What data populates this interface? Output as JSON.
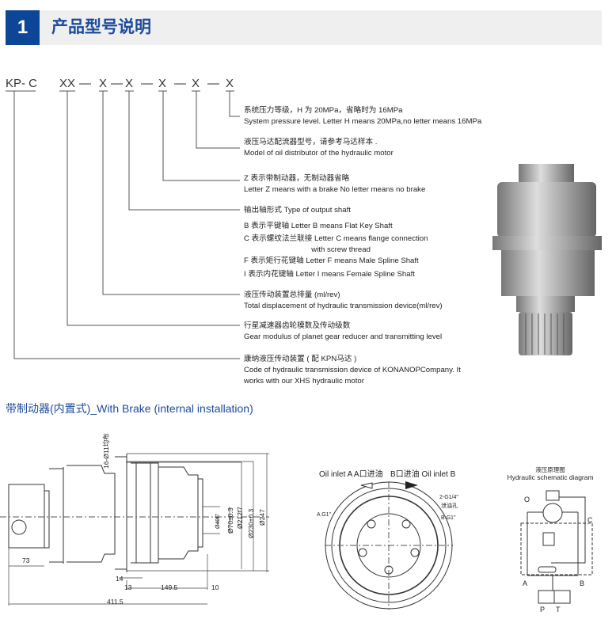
{
  "header": {
    "number": "1",
    "title": "产品型号说明"
  },
  "code": [
    "KP- C",
    "XX",
    "—",
    "X",
    "—",
    "X",
    "—",
    "X",
    "—",
    "X",
    "—",
    "X"
  ],
  "desc": [
    {
      "cn": "系统压力等级，H 为 20MPa，省略时为 16MPa",
      "en": "System pressure level. Letter H means 20MPa,no letter means 16MPa"
    },
    {
      "cn": "液压马达配流器型号，请参考马达样本 .",
      "en": "Model of oil distributor  of the hydraulic motor"
    },
    {
      "cn": "Z 表示带制动器，无制动器省略",
      "en": "Letter Z means with a brake No letter means no brake"
    },
    {
      "cn": "输出轴形式    Type of output shaft",
      "lines": [
        "B 表示平键轴    Letter B means Flat Key Shaft",
        "C 表示螺纹法兰联接    Letter C means flange connection",
        "                                with screw thread",
        "F 表示矩行花键轴    Letter F means Male Spline Shaft",
        "I 表示内花键轴    Letter I means Female Spline Shaft"
      ]
    },
    {
      "cn": "液压传动装置总排量 (ml/rev)",
      "en": "Total displacement of hydraulic transmission device(ml/rev)"
    },
    {
      "cn": "行星减速器齿轮模数及传动级数",
      "en": "Gear modulus of planet gear reducer and transmitting level"
    },
    {
      "cn": "康纳液压传动装置 ( 配 KPN马达 )",
      "en": "Code of hydraulic transmission device of KONANOPCompany. It",
      "en2": "works with our XHS hydraulic motor"
    }
  ],
  "section2": {
    "title": "带制动器(内置式)_With Brake (internal installation)"
  },
  "side_dims": {
    "holes": "16-Ø11均布",
    "d40": "Ø40f7",
    "d70": "Ø70±0.3",
    "d212": "Ø212f7",
    "d230": "Ø230±0.3",
    "d247": "Ø247",
    "l73": "73",
    "l14": "14",
    "l13": "13",
    "l149": "149.5",
    "l10": "10",
    "l411": "411.5"
  },
  "front": {
    "inlet_a": "Oil inlet A A口进油",
    "inlet_b": "B口进油 Oil inlet B",
    "ag1": "A G1\"",
    "bg1": "B G1\"",
    "drain": "2-G1/4\"",
    "drain_cn": "泄油孔"
  },
  "schematic": {
    "title_cn": "液压原理图",
    "title_en": "Hydraulic schematic diagram",
    "o": "O",
    "c": "C",
    "a": "A",
    "b": "B",
    "p": "P",
    "t": "T"
  },
  "colors": {
    "brand": "#0d4696",
    "title": "#1c4b9c"
  }
}
